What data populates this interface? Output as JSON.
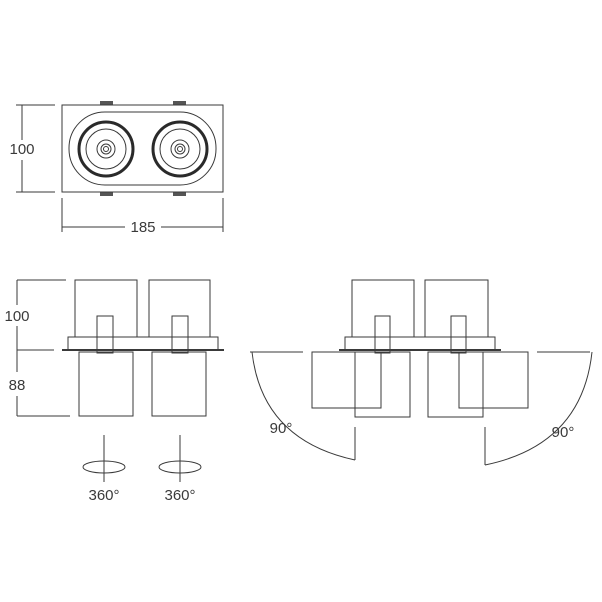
{
  "top_view": {
    "width_label": "185",
    "height_label": "100"
  },
  "side_view": {
    "upper_label": "100",
    "lower_label": "88",
    "rotation_labels": [
      "360°",
      "360°"
    ]
  },
  "tilt_view": {
    "tilt_labels": [
      "90°",
      "90°"
    ]
  }
}
